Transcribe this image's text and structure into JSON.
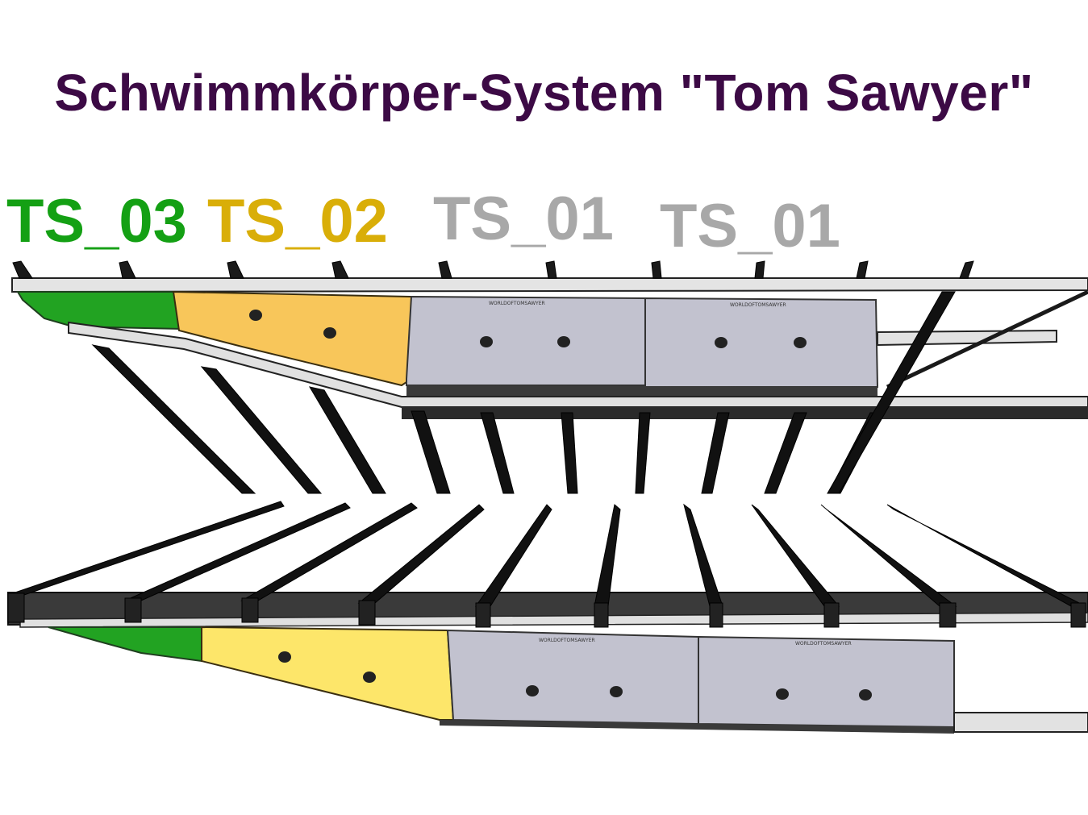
{
  "title": "Schwimmkörper-System \"Tom Sawyer\"",
  "labels": [
    {
      "id": "ts03",
      "text": "TS_03",
      "color": "#14a014"
    },
    {
      "id": "ts02",
      "text": "TS_02",
      "color": "#d9ae08"
    },
    {
      "id": "ts01a",
      "text": "TS_01",
      "color": "#a8a8a8"
    },
    {
      "id": "ts01b",
      "text": "TS_01",
      "color": "#a8a8a8"
    }
  ],
  "float_markings": [
    "WORLDOFTOMSAWYER",
    "WORLDOFTOMSAWYER",
    "WORLDOFTOMSAWYER",
    "WORLDOFTOMSAWYER"
  ],
  "colors": {
    "title": "#3c0a45",
    "ts03_float": "#22a322",
    "ts02_float_upper": "#f8c65a",
    "ts02_float_lower": "#fde66a",
    "ts01_float": "#c2c2cf",
    "frame_steel": "#1c1c1c",
    "frame_rail": "#dcdcdc"
  }
}
